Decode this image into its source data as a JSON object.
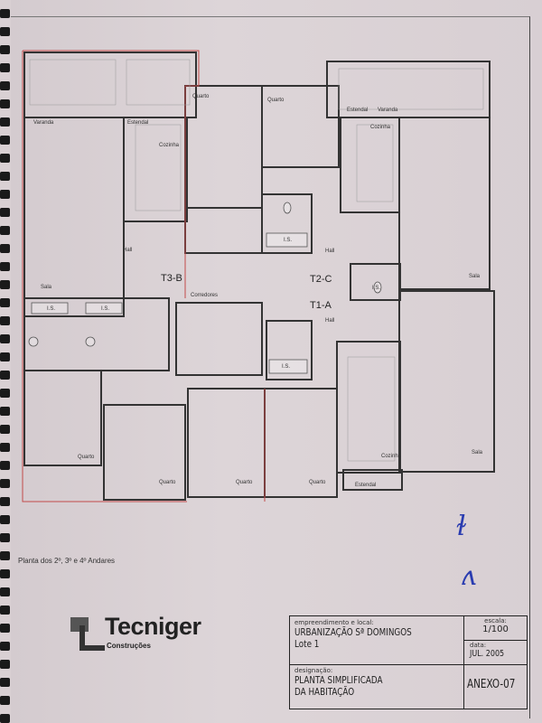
{
  "plan": {
    "rooms": {
      "varanda_l": "Varanda",
      "estendal_tl": "Estendal",
      "cozinha_tl": "Cozinha",
      "quarto_t1": "Quarto",
      "quarto_t2": "Quarto",
      "estendal_tr": "Estendal",
      "varanda_r": "Varanda",
      "cozinha_tr": "Cozinha",
      "sala_l": "Sala",
      "hall_l": "Hall",
      "sala_r1": "Sala",
      "hall_r1": "Hall",
      "hall_r2": "Hall",
      "is_1": "I.S.",
      "is_2": "I.S.",
      "is_3": "I.S.",
      "is_4": "I.S.",
      "is_5": "I.S.",
      "corredores": "Corredores",
      "quarto_b1": "Quarto",
      "quarto_b2": "Quarto",
      "quarto_b3": "Quarto",
      "quarto_b4": "Quarto",
      "cozinha_br": "Cozinha",
      "estendal_br": "Estendal",
      "sala_r2": "Sala"
    },
    "units": {
      "t3b": "T3-B",
      "t2c": "T2-C",
      "t1a": "T1-A"
    },
    "caption": "Planta dos 2º, 3º e 4º Andares"
  },
  "logo": {
    "name": "Tecniger",
    "sub": "Construções"
  },
  "title_block": {
    "project_label": "empreendimento e local:",
    "project_line1": "URBANIZAÇÃO Sª DOMINGOS",
    "project_line2": "Lote 1",
    "scale_label": "escala:",
    "scale": "1/100",
    "date_label": "data:",
    "date": "JUL. 2005",
    "designation_label": "designação:",
    "designation_line1": "PLANTA SIMPLIFICADA",
    "designation_line2": "DA HABITAÇÃO",
    "annex": "ANEXO-07"
  }
}
